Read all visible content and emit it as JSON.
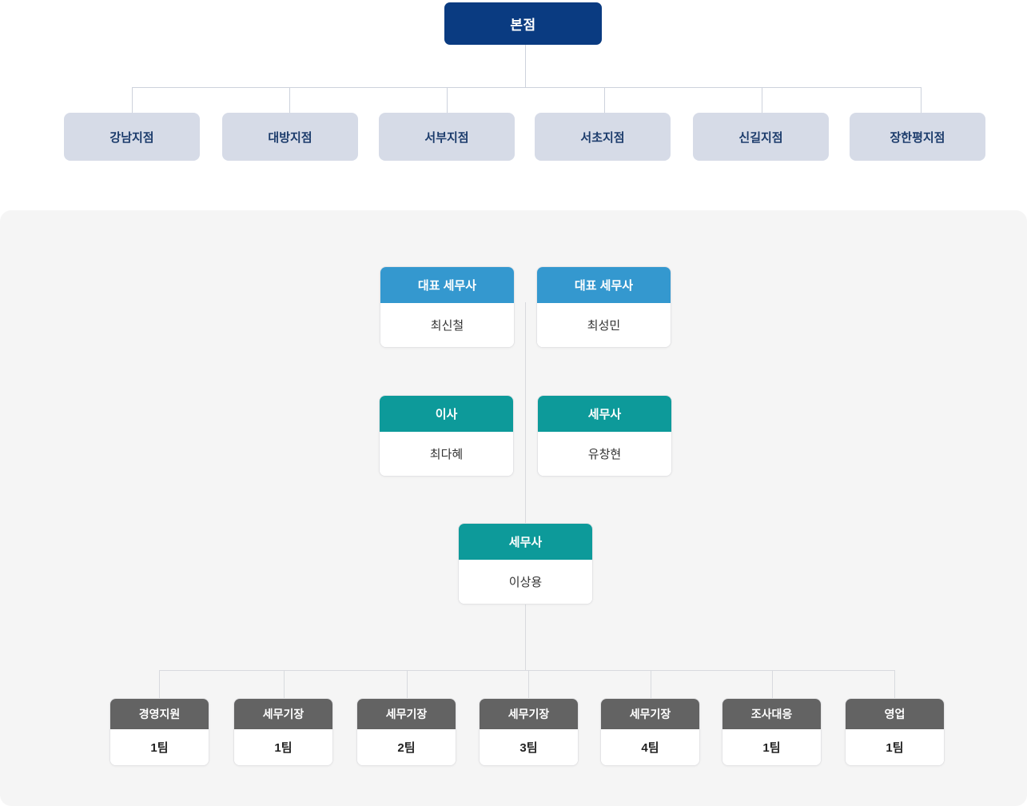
{
  "org_chart": {
    "headquarters": {
      "label": "본점",
      "color": "#0a3b81"
    },
    "branches": [
      {
        "label": "강남지점"
      },
      {
        "label": "대방지점"
      },
      {
        "label": "서부지점"
      },
      {
        "label": "서초지점"
      },
      {
        "label": "신길지점"
      },
      {
        "label": "장한평지점"
      }
    ],
    "branch_style": {
      "background": "#d6dbe7",
      "text_color": "#1b3b6b"
    },
    "panel": {
      "background": "#f5f5f5",
      "rows": [
        {
          "row_name": "representatives",
          "header_color": "#3498cf",
          "cards": [
            {
              "title": "대표 세무사",
              "name": "최신철"
            },
            {
              "title": "대표 세무사",
              "name": "최성민"
            }
          ]
        },
        {
          "row_name": "directors",
          "header_color": "#0d9a9a",
          "cards": [
            {
              "title": "이사",
              "name": "최다혜"
            },
            {
              "title": "세무사",
              "name": "유창현"
            }
          ]
        },
        {
          "row_name": "tax-accountant",
          "header_color": "#0d9a9a",
          "cards": [
            {
              "title": "세무사",
              "name": "이상용"
            }
          ]
        },
        {
          "row_name": "teams",
          "header_color": "#636363",
          "cards": [
            {
              "title": "경영지원",
              "name": "1팀"
            },
            {
              "title": "세무기장",
              "name": "1팀"
            },
            {
              "title": "세무기장",
              "name": "2팀"
            },
            {
              "title": "세무기장",
              "name": "3팀"
            },
            {
              "title": "세무기장",
              "name": "4팀"
            },
            {
              "title": "조사대응",
              "name": "1팀"
            },
            {
              "title": "영업",
              "name": "1팀"
            }
          ]
        }
      ]
    }
  }
}
